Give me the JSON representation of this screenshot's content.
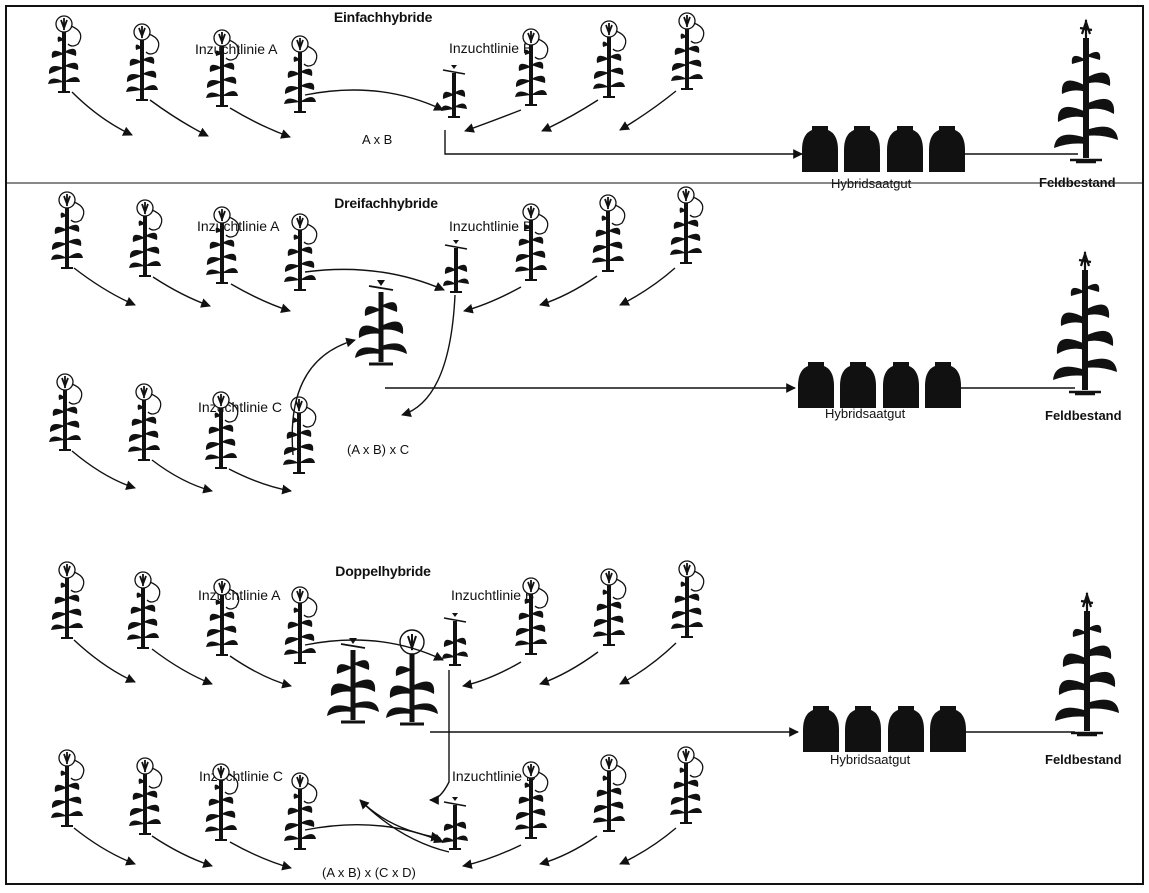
{
  "sections": [
    {
      "title": "Einfachhybride",
      "line_a": "Inzuchtlinie A",
      "line_b": "Inzuchtlinie B",
      "cross": "A x B",
      "seed": "Hybridsaatgut",
      "field": "Feldbestand"
    },
    {
      "title": "Dreifachhybride",
      "line_a": "Inzuchtlinie A",
      "line_b": "Inzuchtlinie B",
      "line_c": "Inzuchtlinie C",
      "cross": "(A x B) x C",
      "seed": "Hybridsaatgut",
      "field": "Feldbestand"
    },
    {
      "title": "Doppelhybride",
      "line_a": "Inzuchtlinie A",
      "line_b": "Inzuchtlinie B",
      "line_c": "Inzuchtlinie C",
      "line_d": "Inzuchtlinie D",
      "cross": "(A x B) x (C x D)",
      "seed": "Hybridsaatgut",
      "field": "Feldbestand"
    }
  ],
  "colors": {
    "ink": "#111111",
    "paper": "#ffffff"
  }
}
